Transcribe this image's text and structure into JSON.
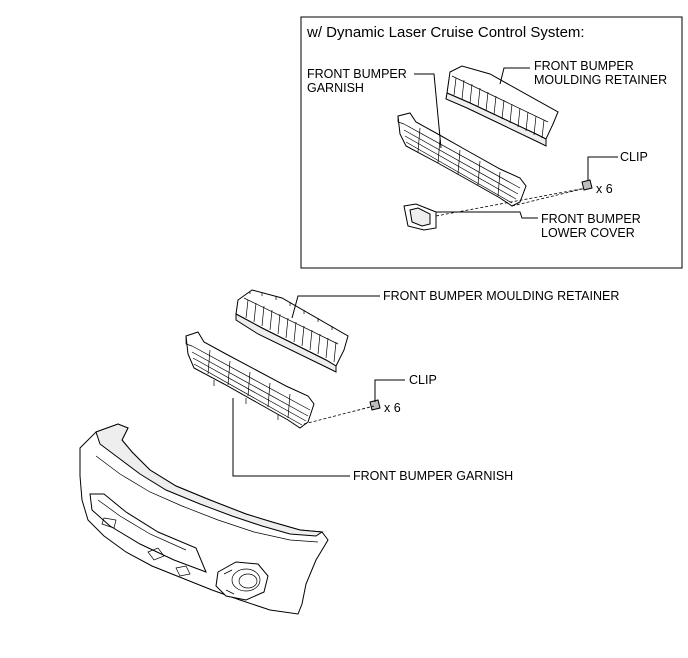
{
  "inset": {
    "title": "w/ Dynamic Laser Cruise Control System:",
    "labels": {
      "garnish_1": "FRONT BUMPER",
      "garnish_2": "GARNISH",
      "retainer_1": "FRONT BUMPER",
      "retainer_2": "MOULDING RETAINER",
      "clip": "CLIP",
      "clip_qty": "x 6",
      "lower_cover_1": "FRONT BUMPER",
      "lower_cover_2": "LOWER COVER"
    }
  },
  "main": {
    "labels": {
      "retainer": "FRONT BUMPER MOULDING RETAINER",
      "clip": "CLIP",
      "clip_qty": "x 6",
      "garnish": "FRONT BUMPER GARNISH"
    }
  }
}
